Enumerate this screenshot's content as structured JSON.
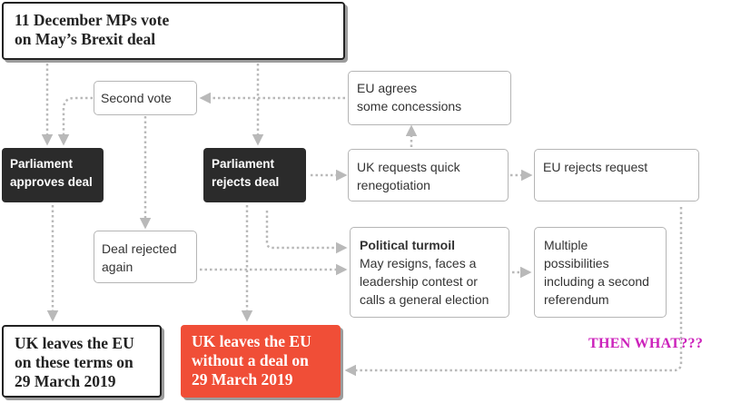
{
  "nodes": {
    "vote": {
      "line1": "11 December MPs vote",
      "line2": "on May’s Brexit deal"
    },
    "second_vote": {
      "text": "Second vote"
    },
    "eu_agrees": {
      "line1": "EU agrees",
      "line2": "some concessions"
    },
    "approves": {
      "line1": "Parliament",
      "line2": "approves deal"
    },
    "rejects": {
      "line1": "Parliament",
      "line2": "rejects deal"
    },
    "uk_requests": {
      "line1": "UK requests quick",
      "line2": "renegotiation"
    },
    "eu_rejects": {
      "text": "EU rejects request"
    },
    "deal_rejected": {
      "line1": "Deal rejected",
      "line2": "again"
    },
    "turmoil": {
      "title": "Political turmoil",
      "line1": "May resigns, faces a",
      "line2": "leadership contest or",
      "line3": "calls a general election"
    },
    "multiple": {
      "line1": "Multiple",
      "line2": "possibilities",
      "line3": "including a second",
      "line4": "referendum"
    },
    "leaves_terms": {
      "line1": "UK leaves the EU",
      "line2": "on these terms on",
      "line3": "29 March 2019"
    },
    "leaves_nodeal": {
      "line1": "UK leaves the EU",
      "line2": "without a deal on",
      "line3": "29 March 2019"
    }
  },
  "annotation": "THEN WHAT???",
  "colors": {
    "arrow": "#b9b9b9",
    "dark_box": "#2b2b2b",
    "red_box": "#f04e37",
    "annotation": "#cc22bb"
  }
}
